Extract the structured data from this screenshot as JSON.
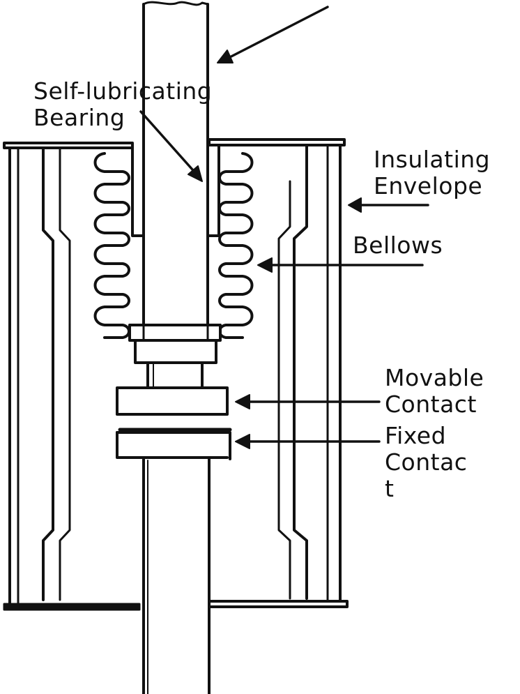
{
  "colors": {
    "ink": "#111111",
    "paper": "#ffffff"
  },
  "labels": {
    "bearing": {
      "line1": "Self-lubricating",
      "line2": "Bearing"
    },
    "envelope": {
      "line1": "Insulating",
      "line2": "Envelope"
    },
    "bellows": {
      "line1": "Bellows"
    },
    "movable_contact": {
      "line1": "Movable",
      "line2": "Contact"
    },
    "fixed_contact": {
      "line1": "Fixed",
      "line2": "Contac",
      "line3": "t"
    }
  }
}
